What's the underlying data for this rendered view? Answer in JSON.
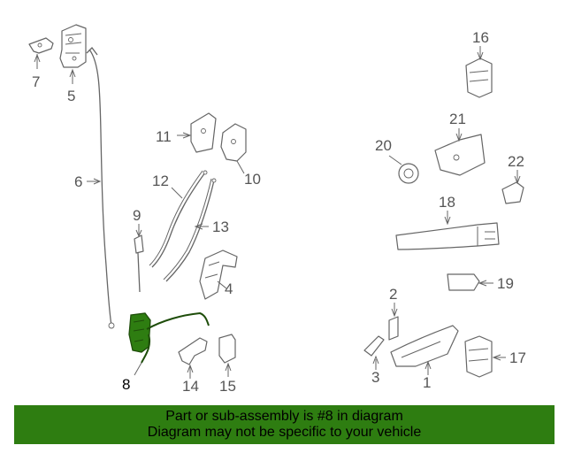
{
  "callouts": {
    "c1": "1",
    "c2": "2",
    "c3": "3",
    "c4": "4",
    "c5": "5",
    "c6": "6",
    "c7": "7",
    "c8": "8",
    "c9": "9",
    "c10": "10",
    "c11": "11",
    "c12": "12",
    "c13": "13",
    "c14": "14",
    "c15": "15",
    "c16": "16",
    "c17": "17",
    "c18": "18",
    "c19": "19",
    "c20": "20",
    "c21": "21",
    "c22": "22"
  },
  "highlight": {
    "part_number": "8",
    "color": "#2e7d11"
  },
  "banner": {
    "line1": "Part or sub-assembly is #8 in diagram",
    "line2": "Diagram may not be specific to your vehicle",
    "background": "#2e7d11"
  }
}
